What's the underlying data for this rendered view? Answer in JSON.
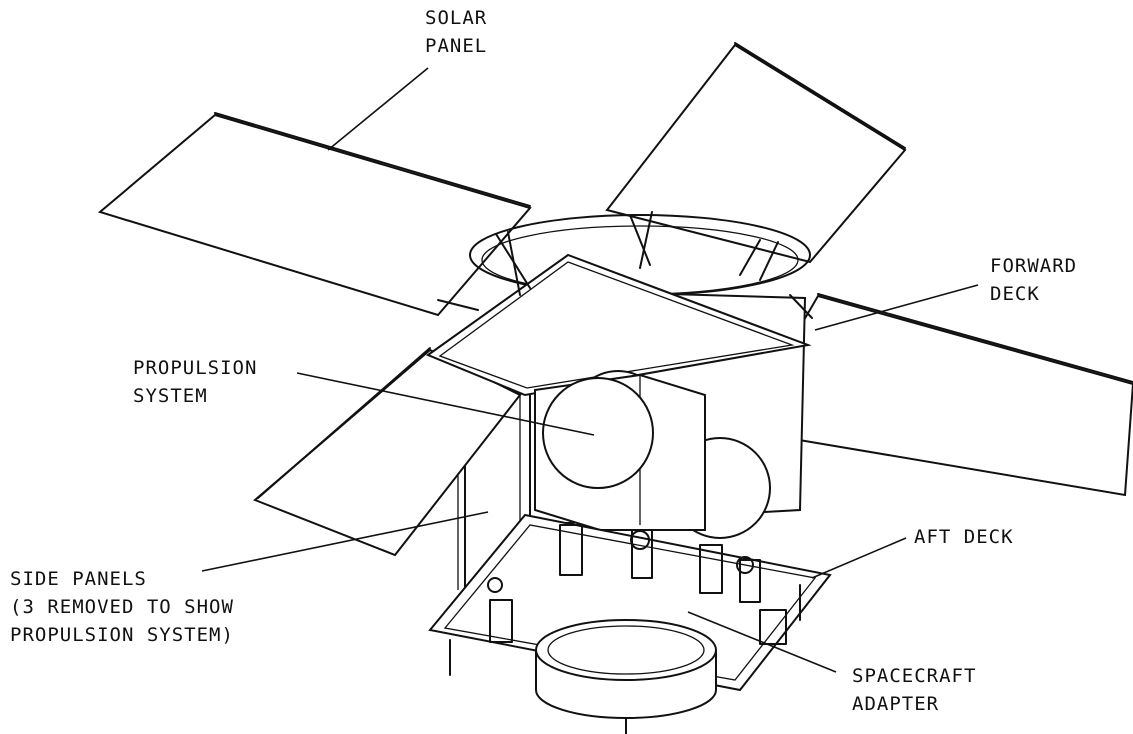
{
  "labels": {
    "solar_panel": [
      "SOLAR",
      "PANEL"
    ],
    "forward_deck": [
      "FORWARD",
      "DECK"
    ],
    "propulsion_system": [
      "PROPULSION",
      "SYSTEM"
    ],
    "aft_deck": [
      "AFT DECK"
    ],
    "side_panels": [
      "SIDE PANELS",
      "(3 REMOVED TO SHOW",
      "PROPULSION SYSTEM)"
    ],
    "spacecraft_adapter": [
      "SPACECRAFT",
      "ADAPTER"
    ]
  },
  "colors": {
    "ink": "#111111",
    "background": "#ffffff"
  }
}
